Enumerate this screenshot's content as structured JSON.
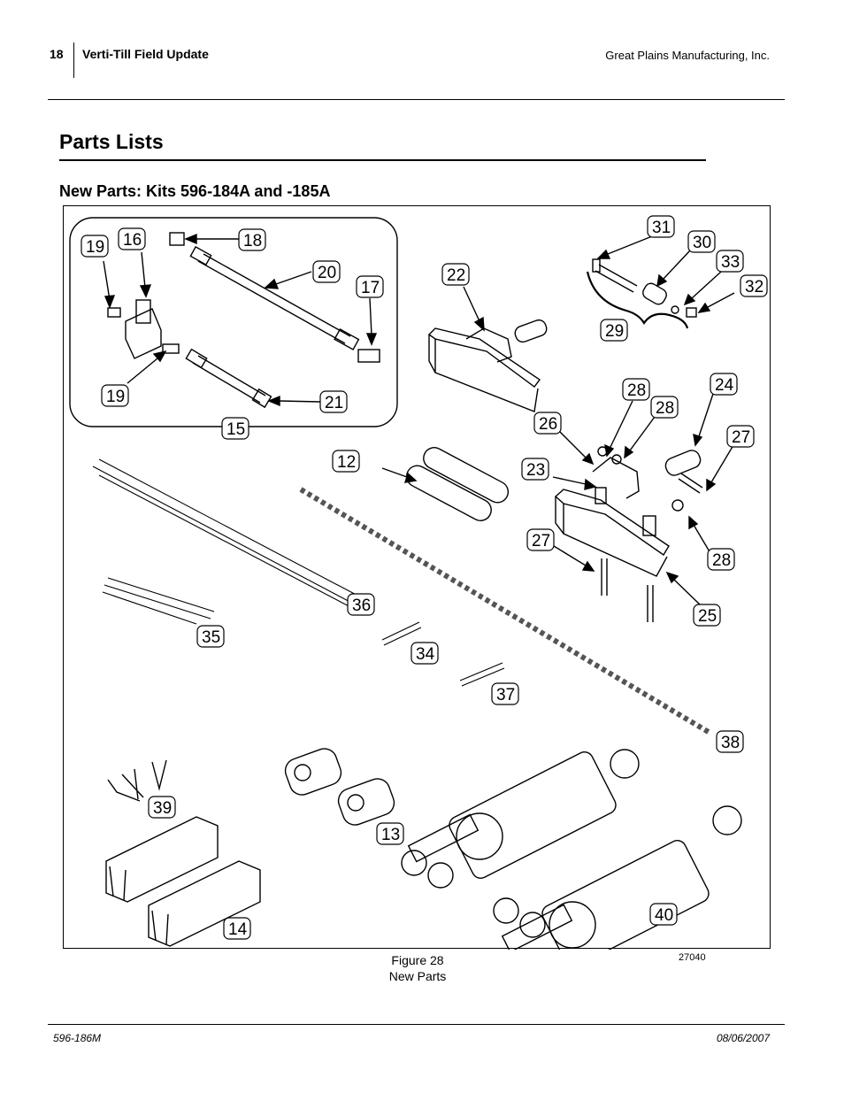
{
  "header": {
    "page_number": "18",
    "doc_title": "Verti-Till Field Update",
    "company": "Great Plains Manufacturing, Inc."
  },
  "section_title": "Parts Lists",
  "subsection_title": "New Parts: Kits 596-184A and -185A",
  "figure": {
    "caption_line1": "Figure 28",
    "caption_line2": "New Parts",
    "figure_number": "27040",
    "callouts": [
      "19",
      "16",
      "18",
      "20",
      "17",
      "19",
      "21",
      "15",
      "22",
      "31",
      "30",
      "33",
      "32",
      "29",
      "28",
      "24",
      "28",
      "26",
      "27",
      "23",
      "12",
      "27",
      "28",
      "25",
      "36",
      "35",
      "34",
      "37",
      "38",
      "39",
      "13",
      "14",
      "40"
    ]
  },
  "footer": {
    "doc_number": "596-186M",
    "date": "08/06/2007"
  }
}
